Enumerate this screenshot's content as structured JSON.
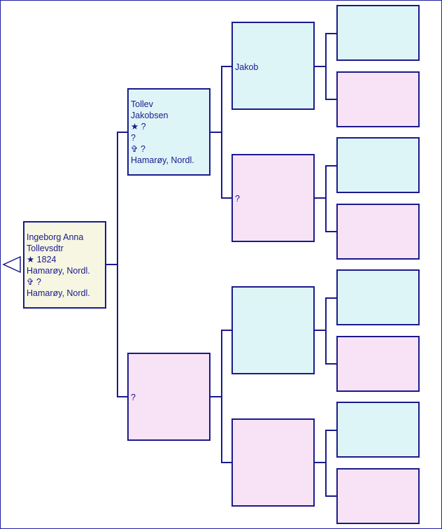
{
  "persons": {
    "root": {
      "name1": "Ingeborg Anna",
      "name2": "Tollevsdtr",
      "birth": "★ 1824",
      "birth_place": "Hamarøy, Nordl.",
      "death": "✞ ?",
      "death_place": "Hamarøy, Nordl."
    },
    "father": {
      "name1": "Tollev",
      "name2": "Jakobsen",
      "birth": "★ ?",
      "birth_place": "?",
      "death": "✞ ?",
      "death_place": "Hamarøy, Nordl."
    },
    "mother": {
      "name1": "?"
    },
    "paternal_grandfather": {
      "name1": "Jakob"
    },
    "paternal_grandmother": {
      "name1": "?"
    }
  },
  "colors": {
    "line": "#1a1a8c",
    "male": "#def5f8",
    "female": "#f8e2f6",
    "self": "#f6f6e2"
  },
  "icons": {
    "back": "back-arrow-icon"
  }
}
